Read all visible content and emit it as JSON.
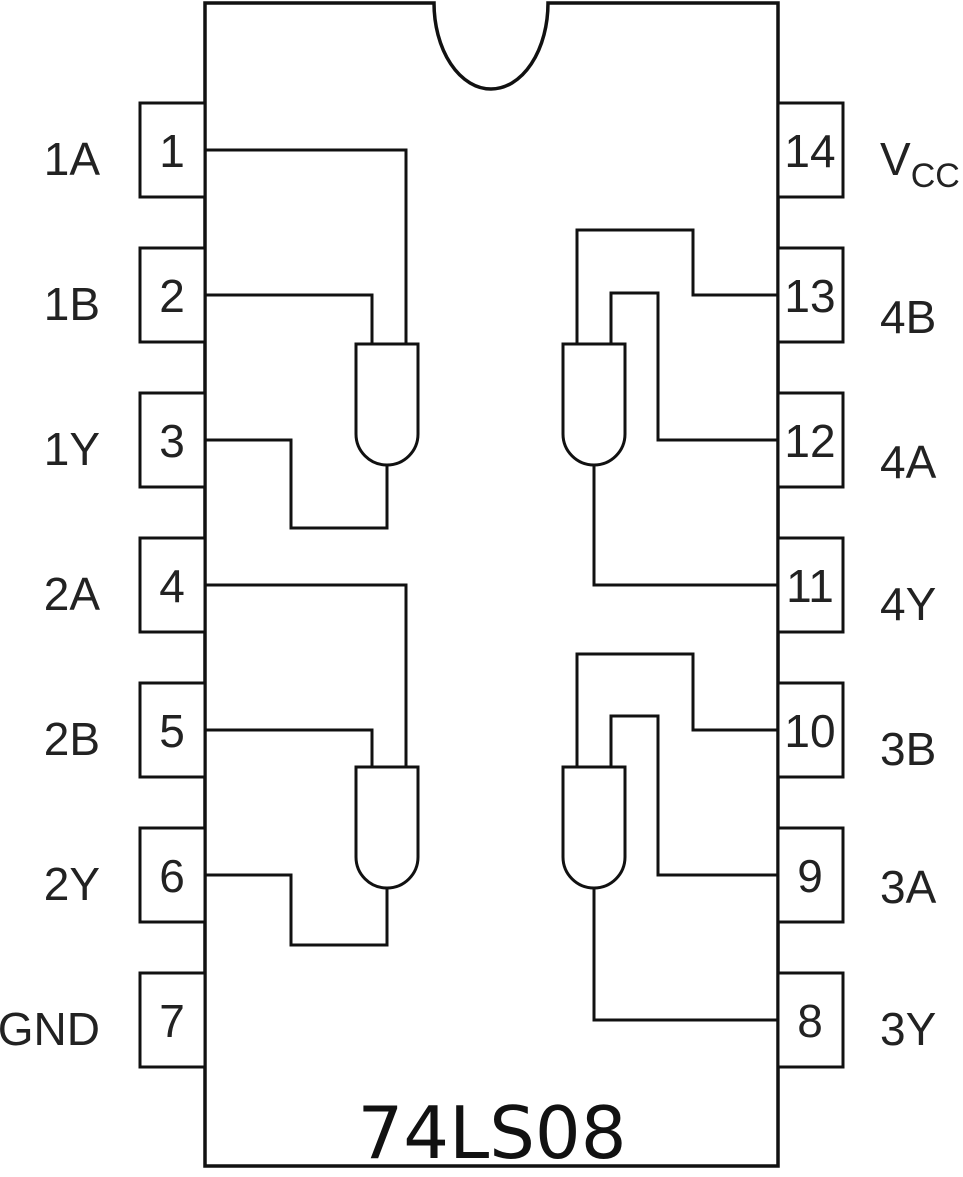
{
  "chip": {
    "part_number": "74LS08"
  },
  "pins_left": [
    {
      "number": "1",
      "name": "1A"
    },
    {
      "number": "2",
      "name": "1B"
    },
    {
      "number": "3",
      "name": "1Y"
    },
    {
      "number": "4",
      "name": "2A"
    },
    {
      "number": "5",
      "name": "2B"
    },
    {
      "number": "6",
      "name": "2Y"
    },
    {
      "number": "7",
      "name": "GND"
    }
  ],
  "pins_right": [
    {
      "number": "14",
      "name": "V",
      "subscript": "CC"
    },
    {
      "number": "13",
      "name": "4B"
    },
    {
      "number": "12",
      "name": "4A"
    },
    {
      "number": "11",
      "name": "4Y"
    },
    {
      "number": "10",
      "name": "3B"
    },
    {
      "number": "9",
      "name": "3A"
    },
    {
      "number": "8",
      "name": "3Y"
    }
  ],
  "gates": [
    {
      "type": "AND",
      "inputs": [
        "1A",
        "1B"
      ],
      "output": "1Y"
    },
    {
      "type": "AND",
      "inputs": [
        "2A",
        "2B"
      ],
      "output": "2Y"
    },
    {
      "type": "AND",
      "inputs": [
        "4A",
        "4B"
      ],
      "output": "4Y"
    },
    {
      "type": "AND",
      "inputs": [
        "3A",
        "3B"
      ],
      "output": "3Y"
    }
  ]
}
